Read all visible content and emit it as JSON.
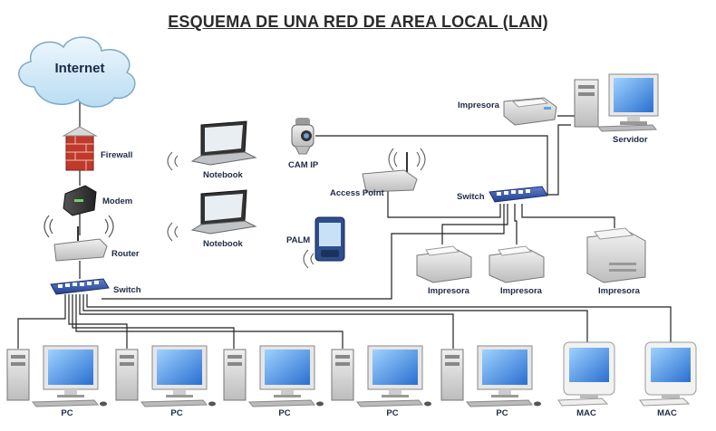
{
  "title": "ESQUEMA DE UNA RED DE AREA LOCAL (LAN)",
  "labels": {
    "internet": "Internet",
    "firewall": "Firewall",
    "modem": "Modem",
    "router": "Router",
    "switch_main": "Switch",
    "notebook1": "Notebook",
    "notebook2": "Notebook",
    "cam_ip": "CAM IP",
    "access_point": "Access Point",
    "palm": "PALM",
    "impresora_top": "Impresora",
    "servidor": "Servidor",
    "switch_right": "Switch",
    "impresora1": "Impresora",
    "impresora2": "Impresora",
    "impresora3": "Impresora",
    "pc1": "PC",
    "pc2": "PC",
    "pc3": "PC",
    "pc4": "PC",
    "pc5": "PC",
    "mac1": "MAC",
    "mac2": "MAC"
  },
  "colors": {
    "cable": "#222222",
    "cloud": "#cfe6f5",
    "switch": "#2f4f9e",
    "firewall": "#c0392b",
    "screen": "#3a78d6"
  }
}
